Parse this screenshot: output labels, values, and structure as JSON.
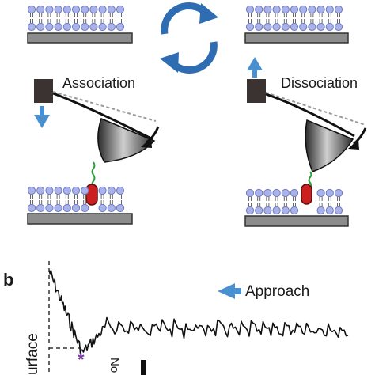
{
  "panel_top": {
    "label_left": "Association",
    "label_right": "Dissociation"
  },
  "panel_b": {
    "panel_letter": "b",
    "legend_label": "Approach",
    "axis_label_surface": "urface",
    "axis_label_partial": "No",
    "marker_symbol": "*"
  },
  "colors": {
    "lipid_head": "#a9b3ea",
    "lipid_head_stroke": "#6f7bc4",
    "substrate": "#8c8c8c",
    "cycle_arrow": "#2f6db3",
    "blue_arrow": "#4a8fd0",
    "cantilever_block": "#3b3331",
    "protein": "#cc1f1f",
    "linker": "#2e9e3a",
    "marker": "#7b3aa8",
    "trace": "#111111"
  }
}
